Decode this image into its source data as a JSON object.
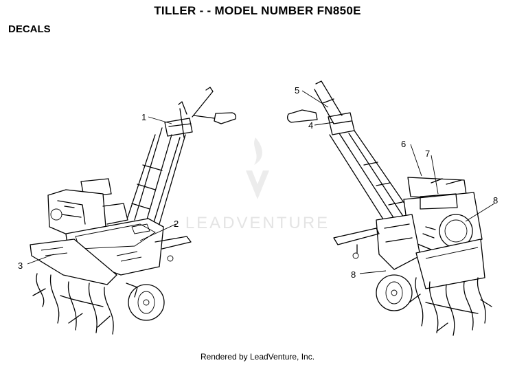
{
  "title": "TILLER - - MODEL NUMBER FN850E",
  "section": "DECALS",
  "footer": "Rendered by LeadVenture, Inc.",
  "watermark": "LEADVENTURE",
  "callouts": {
    "c1": "1",
    "c2": "2",
    "c3": "3",
    "c4": "4",
    "c5": "5",
    "c6": "6",
    "c7": "7",
    "c8a": "8",
    "c8b": "8"
  }
}
